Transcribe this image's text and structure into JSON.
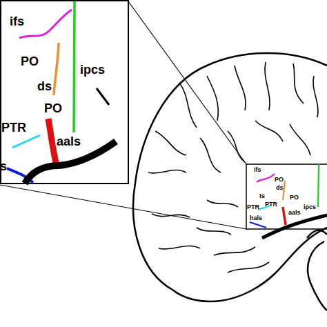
{
  "diagram": {
    "labels": [
      "ifs",
      "PO",
      "ds",
      "ipcs",
      "PO",
      "PTR",
      "aals",
      "s",
      "ifs",
      "PO",
      "ds",
      "ipcs",
      "PO",
      "ts",
      "PTR",
      "PTR",
      "aals",
      "hals"
    ]
  }
}
